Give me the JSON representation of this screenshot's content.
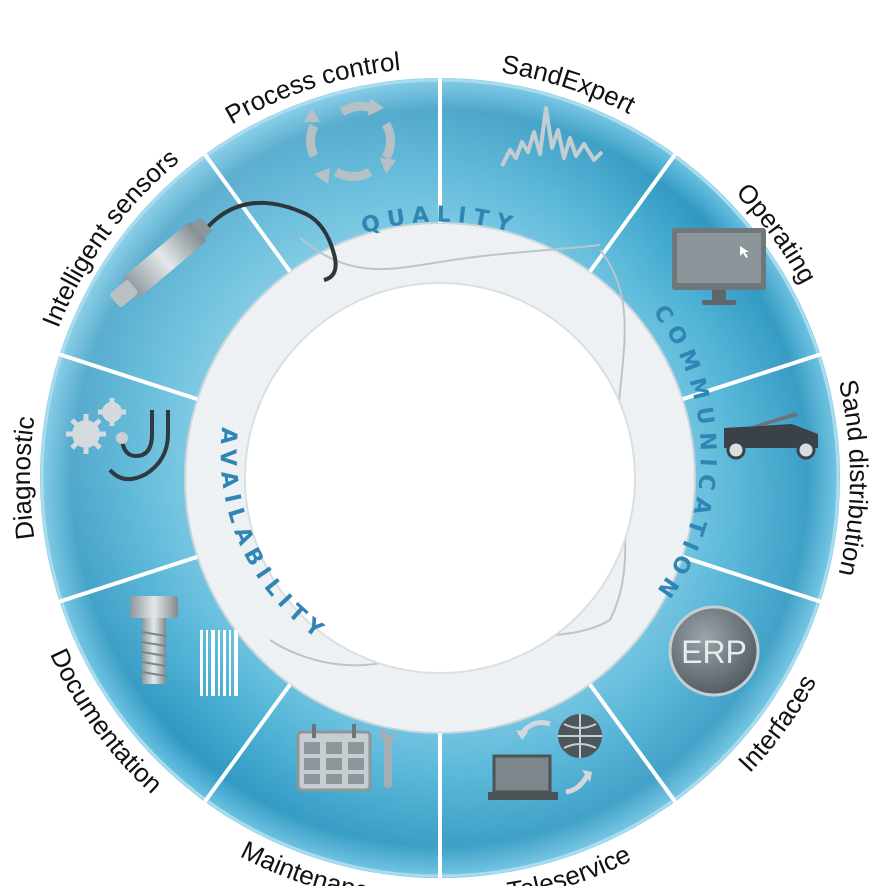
{
  "segments": [
    {
      "label": "SandExpert",
      "icon": "waveform-icon"
    },
    {
      "label": "Operating",
      "icon": "monitor-icon"
    },
    {
      "label": "Sand distribution",
      "icon": "conveyor-cart-icon"
    },
    {
      "label": "Interfaces",
      "icon": "erp-badge-icon",
      "icon_text": "ERP"
    },
    {
      "label": "Teleservice",
      "icon": "laptop-globe-icon"
    },
    {
      "label": "Maintenance",
      "icon": "calendar-wrench-icon"
    },
    {
      "label": "Documentation",
      "icon": "bolt-barcode-icon"
    },
    {
      "label": "Diagnostic",
      "icon": "gears-stethoscope-icon"
    },
    {
      "label": "Intelligent sensors",
      "icon": "sensor-probe-icon"
    },
    {
      "label": "Process control",
      "icon": "cycle-arrows-icon"
    }
  ],
  "categories": {
    "quality": "QUALITY",
    "communication": "COMMUNICATION",
    "availability": "AVAILABILITY"
  },
  "colors": {
    "ring": "#4fb3d6",
    "ring_dark": "#2a8fb8",
    "ring_light": "#8fd3ea",
    "divider": "#ffffff",
    "inner_band": "#eef0f2",
    "category_text": "#2f86b4",
    "icon": "#9aa3a8"
  }
}
